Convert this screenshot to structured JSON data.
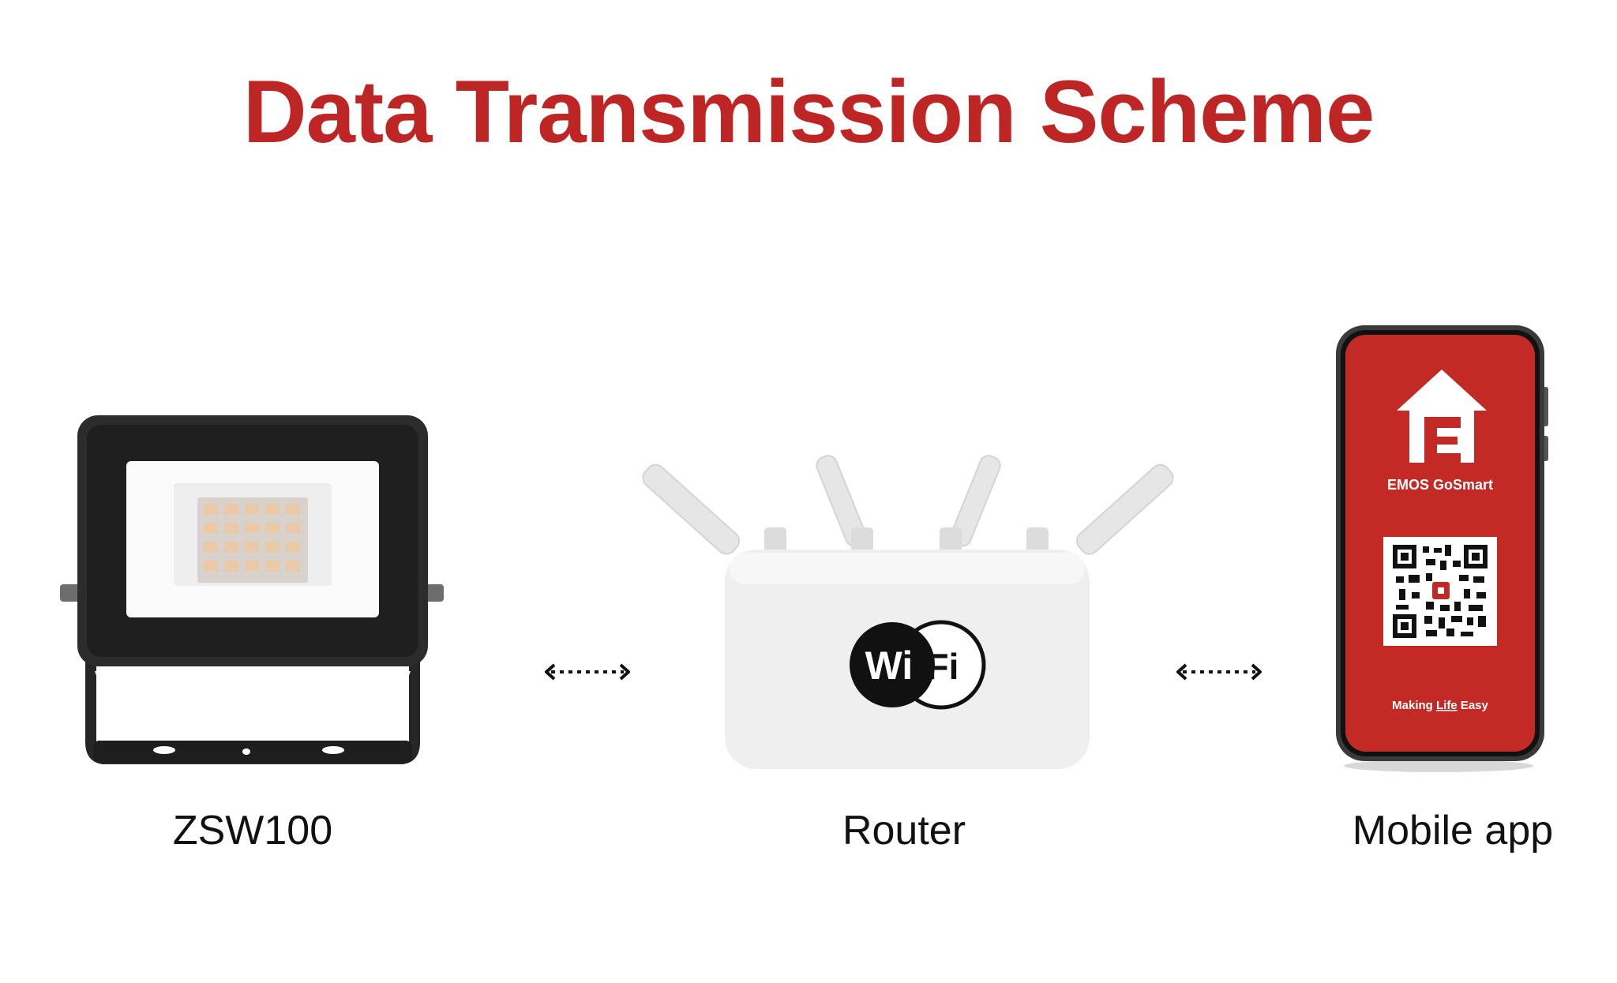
{
  "title": "Data Transmission Scheme",
  "colors": {
    "title": "#be2525",
    "brand": "#c32a26",
    "device_dark": "#2a2a2a",
    "router_white": "#efefef",
    "text": "#111111"
  },
  "nodes": [
    {
      "id": "floodlight",
      "label": "ZSW100",
      "icon": "floodlight-icon"
    },
    {
      "id": "router",
      "label": "Router",
      "icon": "router-icon",
      "badge": {
        "left": "Wi",
        "right": "Fi"
      }
    },
    {
      "id": "phone",
      "label": "Mobile app",
      "icon": "smartphone-icon",
      "screen": {
        "app_name": "EMOS GoSmart",
        "tagline_pre": "Making ",
        "tagline_em": "Life",
        "tagline_post": " Easy"
      }
    }
  ],
  "links": [
    {
      "from": "floodlight",
      "to": "router",
      "style": "dotted-bidirectional-arrow"
    },
    {
      "from": "router",
      "to": "phone",
      "style": "dotted-bidirectional-arrow"
    }
  ]
}
